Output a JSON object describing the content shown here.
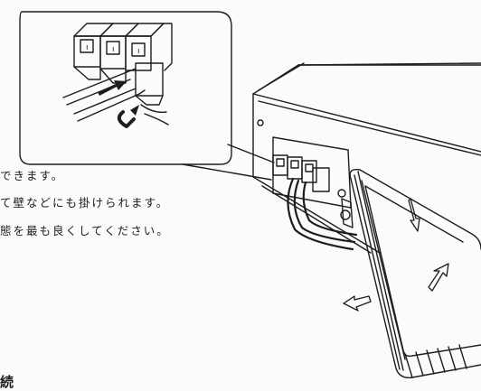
{
  "text": {
    "line1": "できます。",
    "line2": "て壁などにも掛けられます。",
    "line3": "態を最も良くしてください。",
    "heading": "続"
  },
  "terminal_labels": {
    "t1": "ı",
    "t2": "ı",
    "t3": "ı"
  },
  "colors": {
    "ink": "#1d1d1d",
    "paper": "#fbfbf9"
  },
  "icons": {
    "arrow_insert": "arrow-insert-icon",
    "arrow_lever": "arrow-lever-icon",
    "arrow_rotate": "arrow-rotate-icon"
  }
}
